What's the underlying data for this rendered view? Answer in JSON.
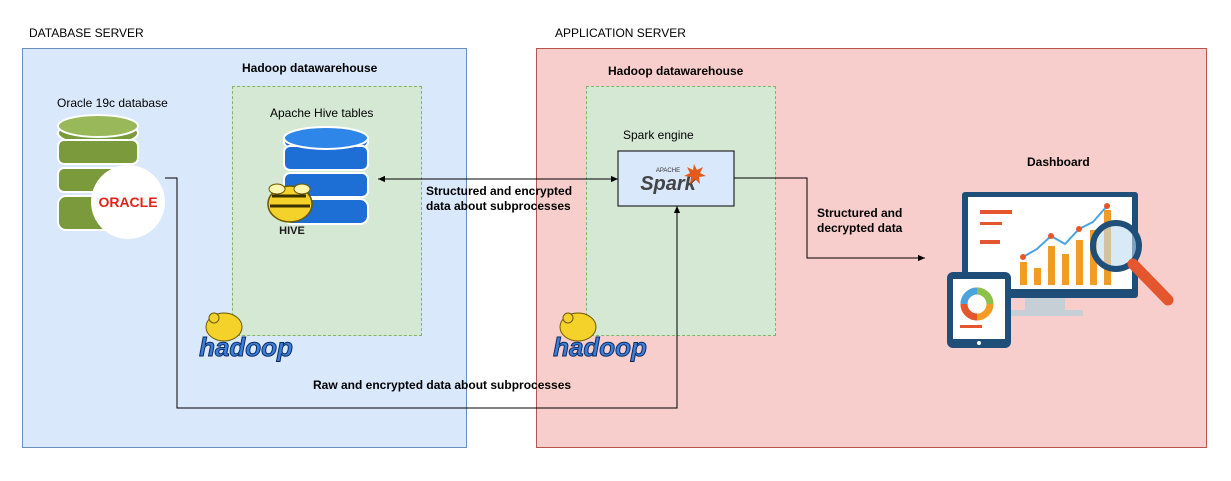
{
  "database_server": {
    "title": "DATABASE SERVER",
    "warehouse_title": "Hadoop datawarehouse",
    "oracle_label": "Oracle 19c database",
    "oracle_logo_text": "ORACLE",
    "hive_label": "Apache Hive tables",
    "hive_logo_text": "HIVE",
    "hadoop_logo_text": "hadoop",
    "fill": "#dae8fc",
    "stroke": "#6c8ebf"
  },
  "application_server": {
    "title": "APPLICATION SERVER",
    "warehouse_title": "Hadoop datawarehouse",
    "spark_label": "Spark engine",
    "spark_logo_text": "Spark",
    "spark_logo_small": "APACHE",
    "dashboard_label": "Dashboard",
    "hadoop_logo_text": "hadoop",
    "fill": "#f8cecc",
    "stroke": "#b85450"
  },
  "warehouse_zone": {
    "fill": "#d5e8d4",
    "stroke": "#82b366"
  },
  "edges": {
    "hive_spark": "Structured and encrypted\ndata about subprocesses",
    "oracle_spark": "Raw and encrypted data about subprocesses",
    "spark_dashboard": "Structured and\ndecrypted data"
  }
}
